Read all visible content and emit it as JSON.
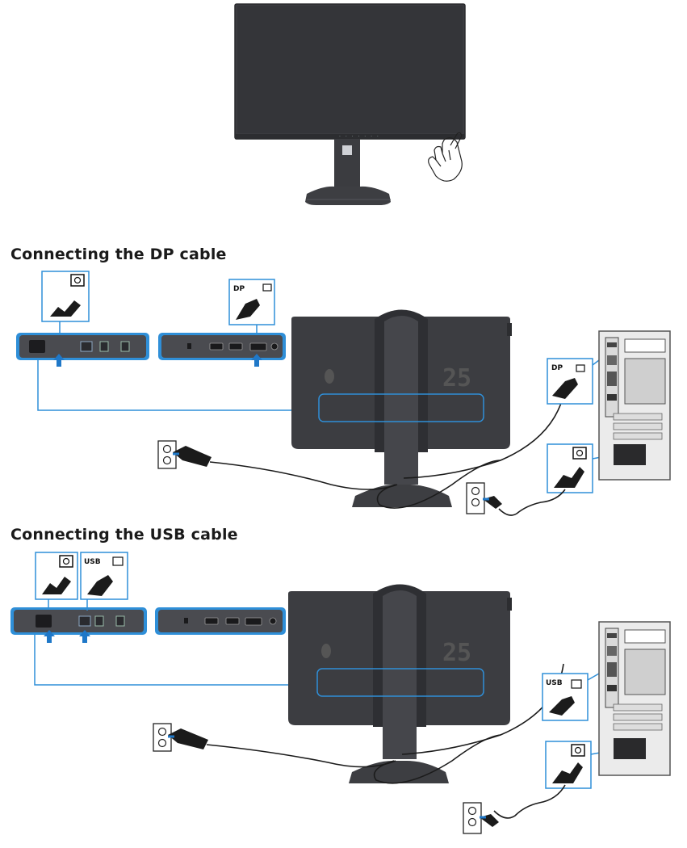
{
  "sections": [
    {
      "title": "Connecting the DP cable",
      "signal_label": "DP"
    },
    {
      "title": "Connecting the USB cable",
      "signal_label": "USB"
    }
  ],
  "monitor": {
    "logo_text": "25",
    "brand_dots": "· · · · · · ·"
  },
  "colors": {
    "monitor_body": "#3c3d41",
    "monitor_screen": "#2f3034",
    "callout_blue": "#2f8fd8",
    "arrow_blue": "#1f78c8",
    "cable": "#1b1b1b",
    "port_panel": "#4a4b50",
    "tower": "#e9e9e9"
  },
  "icons": [
    "power-cable-icon",
    "displayport-cable-icon",
    "usb-cable-icon",
    "wall-outlet-icon",
    "hand-press-icon",
    "upward-arrow-icon"
  ]
}
